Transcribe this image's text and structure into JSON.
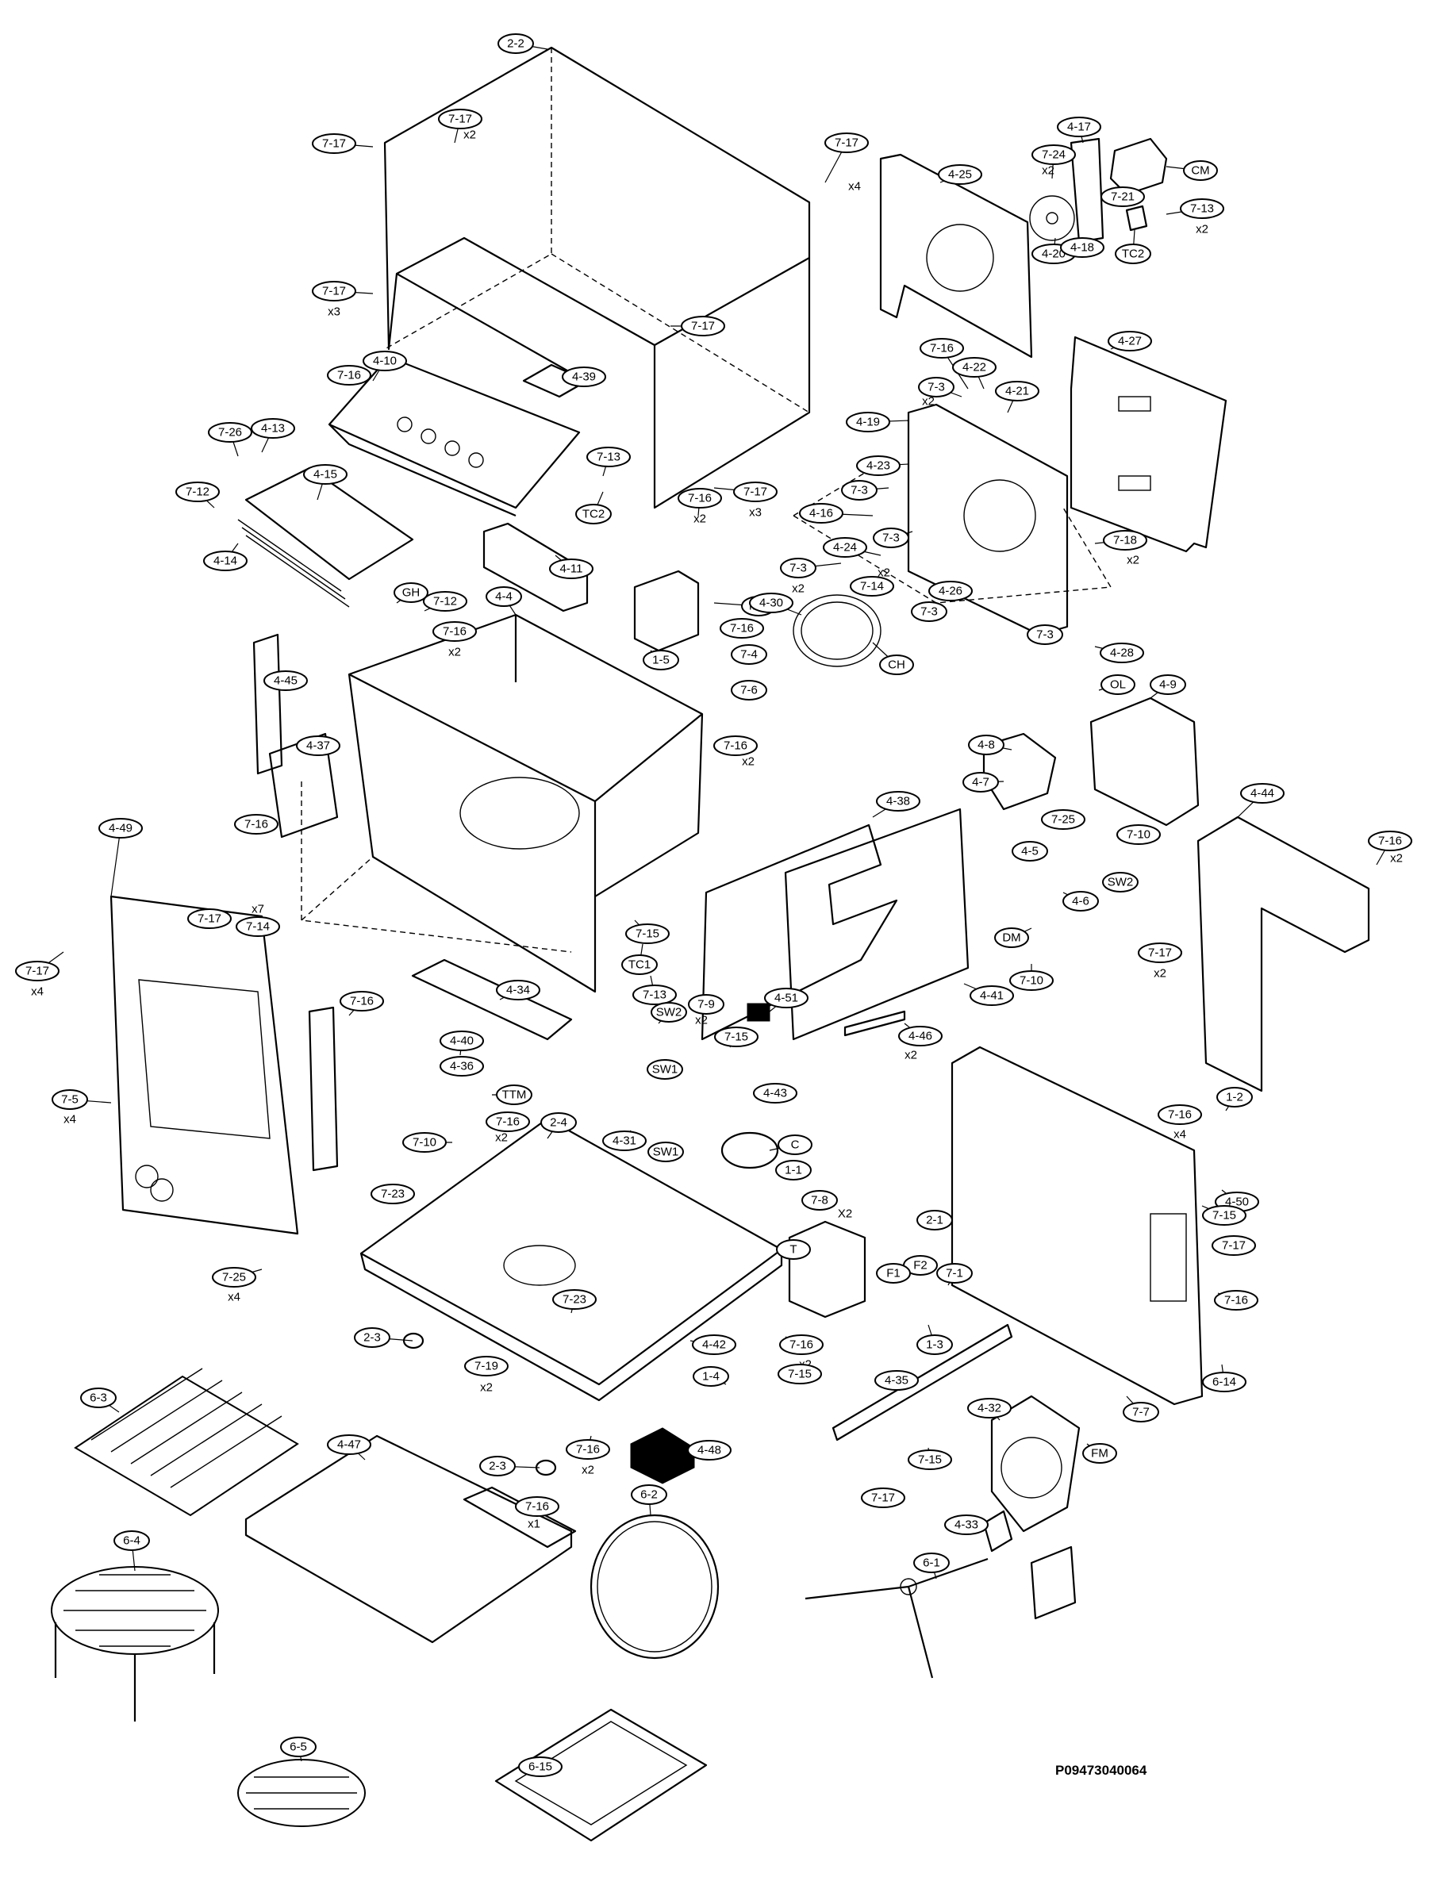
{
  "drawing_code": "P09473040064",
  "callouts": [
    {
      "label": "2-2"
    },
    {
      "label": "7-17",
      "qty": "x2"
    },
    {
      "label": "7-17"
    },
    {
      "label": "7-17",
      "qty": "x4"
    },
    {
      "label": "7-17",
      "qty": "x3"
    },
    {
      "label": "7-17"
    },
    {
      "label": "4-25"
    },
    {
      "label": "4-17"
    },
    {
      "label": "7-24",
      "qty": "x2"
    },
    {
      "label": "CM"
    },
    {
      "label": "7-21"
    },
    {
      "label": "7-13",
      "qty": "x2"
    },
    {
      "label": "4-20"
    },
    {
      "label": "4-18"
    },
    {
      "label": "TC2"
    },
    {
      "label": "4-27"
    },
    {
      "label": "7-16"
    },
    {
      "label": "4-10"
    },
    {
      "label": "4-39"
    },
    {
      "label": "7-16"
    },
    {
      "label": "4-22"
    },
    {
      "label": "7-3",
      "qty": "x2"
    },
    {
      "label": "4-21"
    },
    {
      "label": "4-19"
    },
    {
      "label": "7-26"
    },
    {
      "label": "4-13"
    },
    {
      "label": "7-13"
    },
    {
      "label": "TC2"
    },
    {
      "label": "4-23"
    },
    {
      "label": "7-3"
    },
    {
      "label": "4-16"
    },
    {
      "label": "7-12"
    },
    {
      "label": "4-15"
    },
    {
      "label": "7-17",
      "qty": "x3"
    },
    {
      "label": "7-16",
      "qty": "x2"
    },
    {
      "label": "7-3"
    },
    {
      "label": "7-18",
      "qty": "x2"
    },
    {
      "label": "4-14"
    },
    {
      "label": "4-24"
    },
    {
      "label": "4-11"
    },
    {
      "label": "7-3",
      "qty": "x2"
    },
    {
      "label": "7-14",
      "qty": "x2"
    },
    {
      "label": "4-26"
    },
    {
      "label": "GH"
    },
    {
      "label": "7-12"
    },
    {
      "label": "4-4"
    },
    {
      "label": "MG"
    },
    {
      "label": "4-30"
    },
    {
      "label": "7-3"
    },
    {
      "label": "7-3"
    },
    {
      "label": "4-28"
    },
    {
      "label": "7-16",
      "qty": "x2"
    },
    {
      "label": "7-16"
    },
    {
      "label": "1-5"
    },
    {
      "label": "7-4"
    },
    {
      "label": "7-6"
    },
    {
      "label": "CH"
    },
    {
      "label": "OL"
    },
    {
      "label": "4-9"
    },
    {
      "label": "4-45"
    },
    {
      "label": "4-8"
    },
    {
      "label": "4-37"
    },
    {
      "label": "7-16",
      "qty": "x2"
    },
    {
      "label": "4-38"
    },
    {
      "label": "4-7"
    },
    {
      "label": "7-25"
    },
    {
      "label": "7-10"
    },
    {
      "label": "4-44"
    },
    {
      "label": "7-16",
      "qty": "x2"
    },
    {
      "label": "7-16"
    },
    {
      "label": "4-5"
    },
    {
      "label": "SW2"
    },
    {
      "label": "4-49"
    },
    {
      "label": "7-14",
      "qty": "x7"
    },
    {
      "label": "7-17"
    },
    {
      "label": "4-6"
    },
    {
      "label": "7-15"
    },
    {
      "label": "DM"
    },
    {
      "label": "7-17",
      "qty": "x2"
    },
    {
      "label": "7-17",
      "qty": "x4"
    },
    {
      "label": "TC1"
    },
    {
      "label": "7-10"
    },
    {
      "label": "4-41"
    },
    {
      "label": "4-34"
    },
    {
      "label": "7-13"
    },
    {
      "label": "4-51"
    },
    {
      "label": "7-16"
    },
    {
      "label": "SW2"
    },
    {
      "label": "7-9",
      "qty": "x2"
    },
    {
      "label": "7-15"
    },
    {
      "label": "4-46",
      "qty": "x2"
    },
    {
      "label": "4-40"
    },
    {
      "label": "4-36"
    },
    {
      "label": "SW1"
    },
    {
      "label": "TTM"
    },
    {
      "label": "4-43"
    },
    {
      "label": "7-5",
      "qty": "x4"
    },
    {
      "label": "4-31"
    },
    {
      "label": "SW1"
    },
    {
      "label": "7-16",
      "qty": "x2"
    },
    {
      "label": "2-4"
    },
    {
      "label": "C"
    },
    {
      "label": "7-10"
    },
    {
      "label": "7-16",
      "qty": "x4"
    },
    {
      "label": "1-2"
    },
    {
      "label": "1-1"
    },
    {
      "label": "7-23"
    },
    {
      "label": "4-50"
    },
    {
      "label": "7-8",
      "qty": "X2"
    },
    {
      "label": "2-1"
    },
    {
      "label": "7-15"
    },
    {
      "label": "T"
    },
    {
      "label": "7-17"
    },
    {
      "label": "F2"
    },
    {
      "label": "F1"
    },
    {
      "label": "7-1"
    },
    {
      "label": "7-25",
      "qty": "x4"
    },
    {
      "label": "7-23"
    },
    {
      "label": "7-16"
    },
    {
      "label": "2-3"
    },
    {
      "label": "4-42"
    },
    {
      "label": "1-3"
    },
    {
      "label": "7-16",
      "qty": "x2"
    },
    {
      "label": "7-19",
      "qty": "x2"
    },
    {
      "label": "1-4"
    },
    {
      "label": "7-15"
    },
    {
      "label": "6-14"
    },
    {
      "label": "4-35"
    },
    {
      "label": "4-32"
    },
    {
      "label": "7-7"
    },
    {
      "label": "6-3"
    },
    {
      "label": "4-48"
    },
    {
      "label": "7-16",
      "qty": "x2"
    },
    {
      "label": "FM"
    },
    {
      "label": "2-3"
    },
    {
      "label": "4-47"
    },
    {
      "label": "7-15"
    },
    {
      "label": "7-16",
      "qty": "x1"
    },
    {
      "label": "7-17"
    },
    {
      "label": "6-2"
    },
    {
      "label": "4-33"
    },
    {
      "label": "6-4"
    },
    {
      "label": "6-1"
    },
    {
      "label": "6-5"
    },
    {
      "label": "6-15"
    }
  ]
}
